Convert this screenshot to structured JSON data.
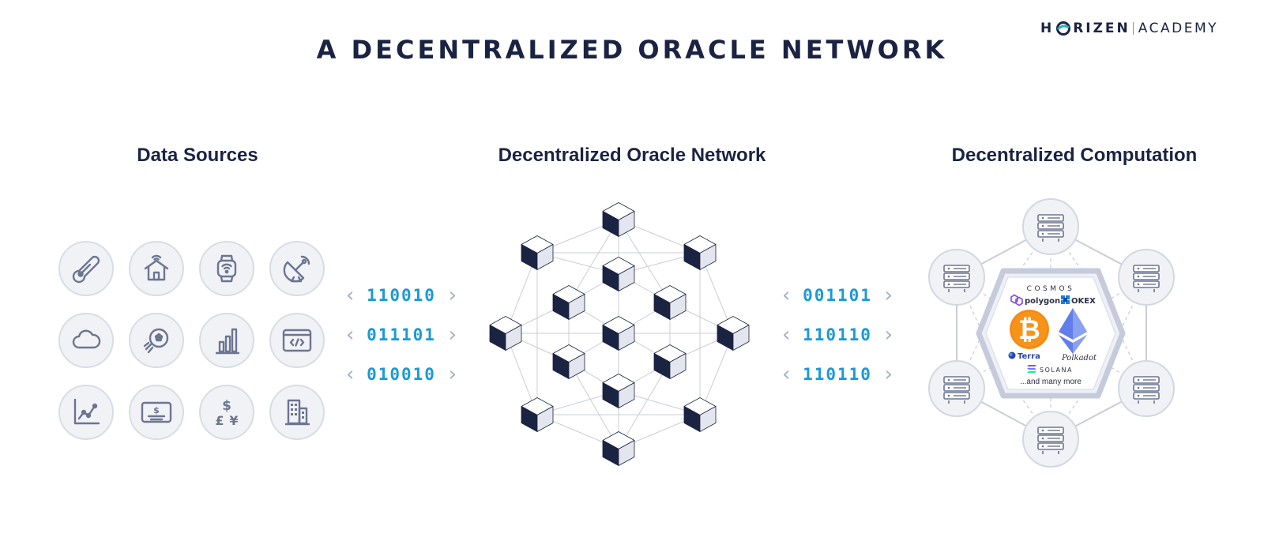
{
  "brand": {
    "part1": "H",
    "part2": "RIZEN",
    "part3": "ACADEMY"
  },
  "title": "A DECENTRALIZED ORACLE NETWORK",
  "columns": {
    "sources": "Data Sources",
    "oracle": "Decentralized Oracle Network",
    "computation": "Decentralized Computation"
  },
  "data_sources": [
    "thermometer-icon",
    "smart-home-icon",
    "smartwatch-icon",
    "satellite-dish-icon",
    "cloud-icon",
    "soccer-ball-icon",
    "bar-chart-icon",
    "code-window-icon",
    "line-chart-icon",
    "payment-card-icon",
    "currency-icon",
    "building-icon"
  ],
  "binary_in": [
    "110010",
    "011101",
    "010010"
  ],
  "binary_out": [
    "001101",
    "110110",
    "110110"
  ],
  "chains": {
    "cosmos": "COSMOS",
    "polygon": "polygon",
    "okex": "OKEX",
    "terra": "Terra",
    "polkadot": "Polkadot",
    "solana": "SOLANA",
    "more": "...and many more"
  },
  "currency_symbols": {
    "dollar": "$",
    "pound": "£",
    "yen": "¥"
  },
  "colors": {
    "navy": "#1b2342",
    "binary_blue": "#1a9ad6",
    "icon_grey": "#6c7590",
    "bitcoin": "#f7931a",
    "ethereum": "#627eea"
  }
}
